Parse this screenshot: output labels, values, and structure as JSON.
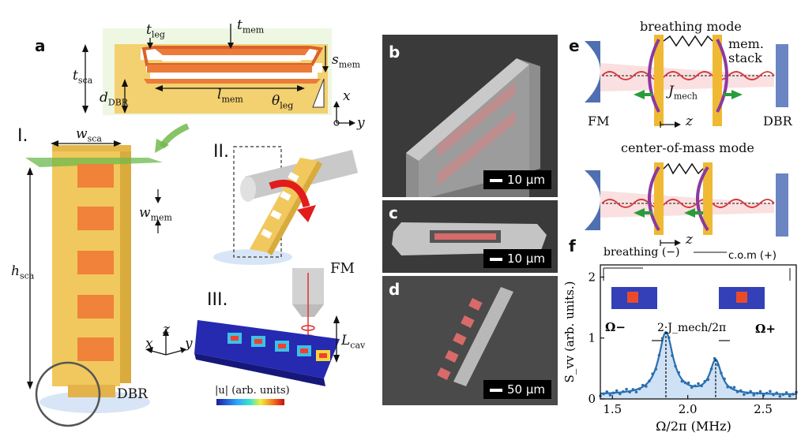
{
  "panels": {
    "a": "a",
    "b": "b",
    "c": "c",
    "d": "d",
    "e": "e",
    "f": "f"
  },
  "panel_a": {
    "t_leg": "t",
    "t_leg_sub": "leg",
    "t_mem": "t",
    "t_mem_sub": "mem",
    "t_sca": "t",
    "t_sca_sub": "sca",
    "d_dbr": "d",
    "d_dbr_sub": "DBR",
    "l_mem": "l",
    "l_mem_sub": "mem",
    "s_mem": "s",
    "s_mem_sub": "mem",
    "theta_leg": "θ",
    "theta_leg_sub": "leg",
    "axis_x": "x",
    "axis_y": "y"
  },
  "scaffold": {
    "step_1": "I.",
    "step_2": "II.",
    "step_3": "III.",
    "w_sca": "w",
    "w_sca_sub": "sca",
    "w_mem": "w",
    "w_mem_sub": "mem",
    "h_sca": "h",
    "h_sca_sub": "sca",
    "dbr": "DBR",
    "fm": "FM",
    "l_cav": "L",
    "l_cav_sub": "cav",
    "axis_z": "z",
    "axis_x": "x",
    "axis_y": "y",
    "colorbar_label": "|u| (arb. units)"
  },
  "sem": {
    "scale_b": "10 µm",
    "scale_c": "10 µm",
    "scale_d": "50 µm"
  },
  "panel_e": {
    "mode_top": "breathing mode",
    "mode_bottom": "center-of-mass mode",
    "stack_1": "mem.",
    "stack_2": "stack",
    "fm": "FM",
    "dbr": "DBR",
    "j_mech": "J",
    "j_mech_sub": "mech",
    "z": "z"
  },
  "chart_data": {
    "type": "line",
    "xlabel": "Ω/2π (MHz)",
    "ylabel": "S_vv (arb. units.)",
    "xlim": [
      1.42,
      2.72
    ],
    "ylim": [
      0,
      2.2
    ],
    "x_ticks": [
      1.5,
      2.0,
      2.5
    ],
    "y_ticks": [
      0,
      1,
      2
    ],
    "x_tick_labels": [
      "1.5",
      "2.0",
      "2.5"
    ],
    "y_tick_labels": [
      "0",
      "1",
      "2"
    ],
    "peaks": [
      {
        "omega": 1.855,
        "amplitude": 1.02,
        "width": 0.115
      },
      {
        "omega": 2.185,
        "amplitude": 0.55,
        "width": 0.09
      }
    ],
    "baseline": 0.07,
    "annotations": {
      "breathing": "breathing (−)",
      "com": "c.o.m (+)",
      "omega_minus": "Ω−",
      "omega_plus": "Ω+",
      "splitting": "2·J_mech/2π"
    }
  }
}
